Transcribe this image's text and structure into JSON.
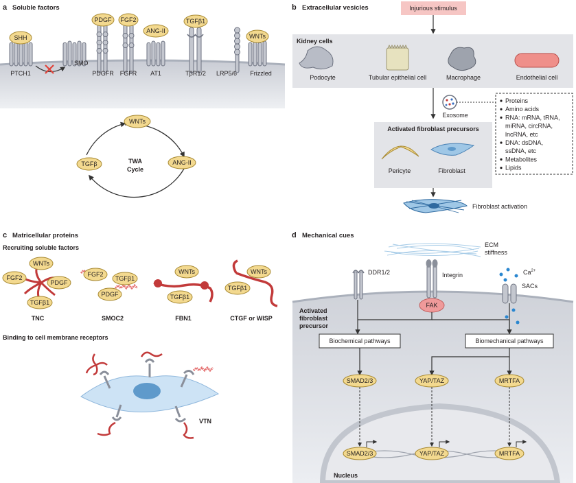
{
  "colors": {
    "cell_fill": "#dcdde2",
    "cell_edge": "#b9bcc6",
    "gray_panel": "#e3e4e8",
    "ligand_fill": "#f3d98f",
    "ligand_edge": "#a88a33",
    "receptor_fill": "#c4c7cf",
    "receptor_edge": "#6d7280",
    "red_fiber": "#c23a3a",
    "red_cross": "#e0433a",
    "injurious_fill": "#f6c6c4",
    "fak_fill": "#ef9a9a",
    "fibroblast_blue": "#9fc7e6",
    "arrow": "#333333"
  },
  "panel_a": {
    "letter": "a",
    "title": "Soluble factors",
    "ligands": {
      "shh": "SHH",
      "pdgf": "PDGF",
      "fgf2": "FGF2",
      "angii": "ANG-II",
      "tgfb1": "TGFβ1",
      "wnts": "WNTs"
    },
    "receptors": {
      "ptch1": "PTCH1",
      "smo": "SMO",
      "pdgfr": "PDGFR",
      "fgfr": "FGFR",
      "at1": "AT1",
      "tbr": "TβR1/2",
      "lrp": "LRP5/6",
      "frizzled": "Frizzled"
    },
    "cycle": {
      "wnts": "WNTs",
      "angii": "ANG-II",
      "tgfb": "TGFβ",
      "center_line1": "TWA",
      "center_line2": "Cycle"
    }
  },
  "panel_b": {
    "letter": "b",
    "title": "Extracellular vesicles",
    "stimulus": "Injurious stimulus",
    "kidney_title": "Kidney cells",
    "cells": {
      "podocyte": "Podocyte",
      "tubular": "Tubular epithelial cell",
      "macrophage": "Macrophage",
      "endothelial": "Endothelial cell"
    },
    "exosome": "Exosome",
    "cargo": [
      "Proteins",
      "Amino acids",
      "RNA: mRNA, tRNA,",
      "miRNA, circRNA,",
      "lncRNA, etc",
      "DNA: dsDNA,",
      "ssDNA, etc",
      "Metabolites",
      "Lipids"
    ],
    "cargo_bullets": [
      true,
      true,
      true,
      false,
      false,
      true,
      false,
      true,
      true
    ],
    "precursor_title": "Activated fibroblast precursors",
    "pericyte": "Pericyte",
    "fibroblast": "Fibroblast",
    "activation": "Fibroblast activation"
  },
  "panel_c": {
    "letter": "c",
    "title": "Matricellular proteins",
    "sub1": "Recruiting soluble factors",
    "sub2": "Binding to cell membrane receptors",
    "tnc": {
      "wnts": "WNTs",
      "fgf2": "FGF2",
      "pdgf": "PDGF",
      "tgfb1": "TGFβ1",
      "name": "TNC"
    },
    "smoc2": {
      "fgf2": "FGF2",
      "tgfb1": "TGFβ1",
      "pdgf": "PDGF",
      "name": "SMOC2"
    },
    "fbn1": {
      "wnts": "WNTs",
      "tgfb1": "TGFβ1",
      "name": "FBN1"
    },
    "ctgf": {
      "wnts": "WNTs",
      "tgfb1": "TGFβ1",
      "name": "CTGF or WISP"
    },
    "vtn": "VTN"
  },
  "panel_d": {
    "letter": "d",
    "title": "Mechanical cues",
    "ecm_line1": "ECM",
    "ecm_line2": "stiffness",
    "ddr": "DDR1/2",
    "integrin": "Integrin",
    "ca": "Ca",
    "ca_sup": "2+",
    "sacs": "SACs",
    "fak": "FAK",
    "cell_label": [
      "Activated",
      "fibroblast",
      "precursor"
    ],
    "biochem": "Biochemical pathways",
    "biomech": "Biomechanical pathways",
    "smad_cyto": "SMAD2/3",
    "yap_cyto": "YAP/TAZ",
    "mrtfa_cyto": "MRTFA",
    "smad_nuc": "SMAD2/3",
    "yap_nuc": "YAP/TAZ",
    "mrtfa_nuc": "MRTFA",
    "nucleus": "Nucleus"
  }
}
